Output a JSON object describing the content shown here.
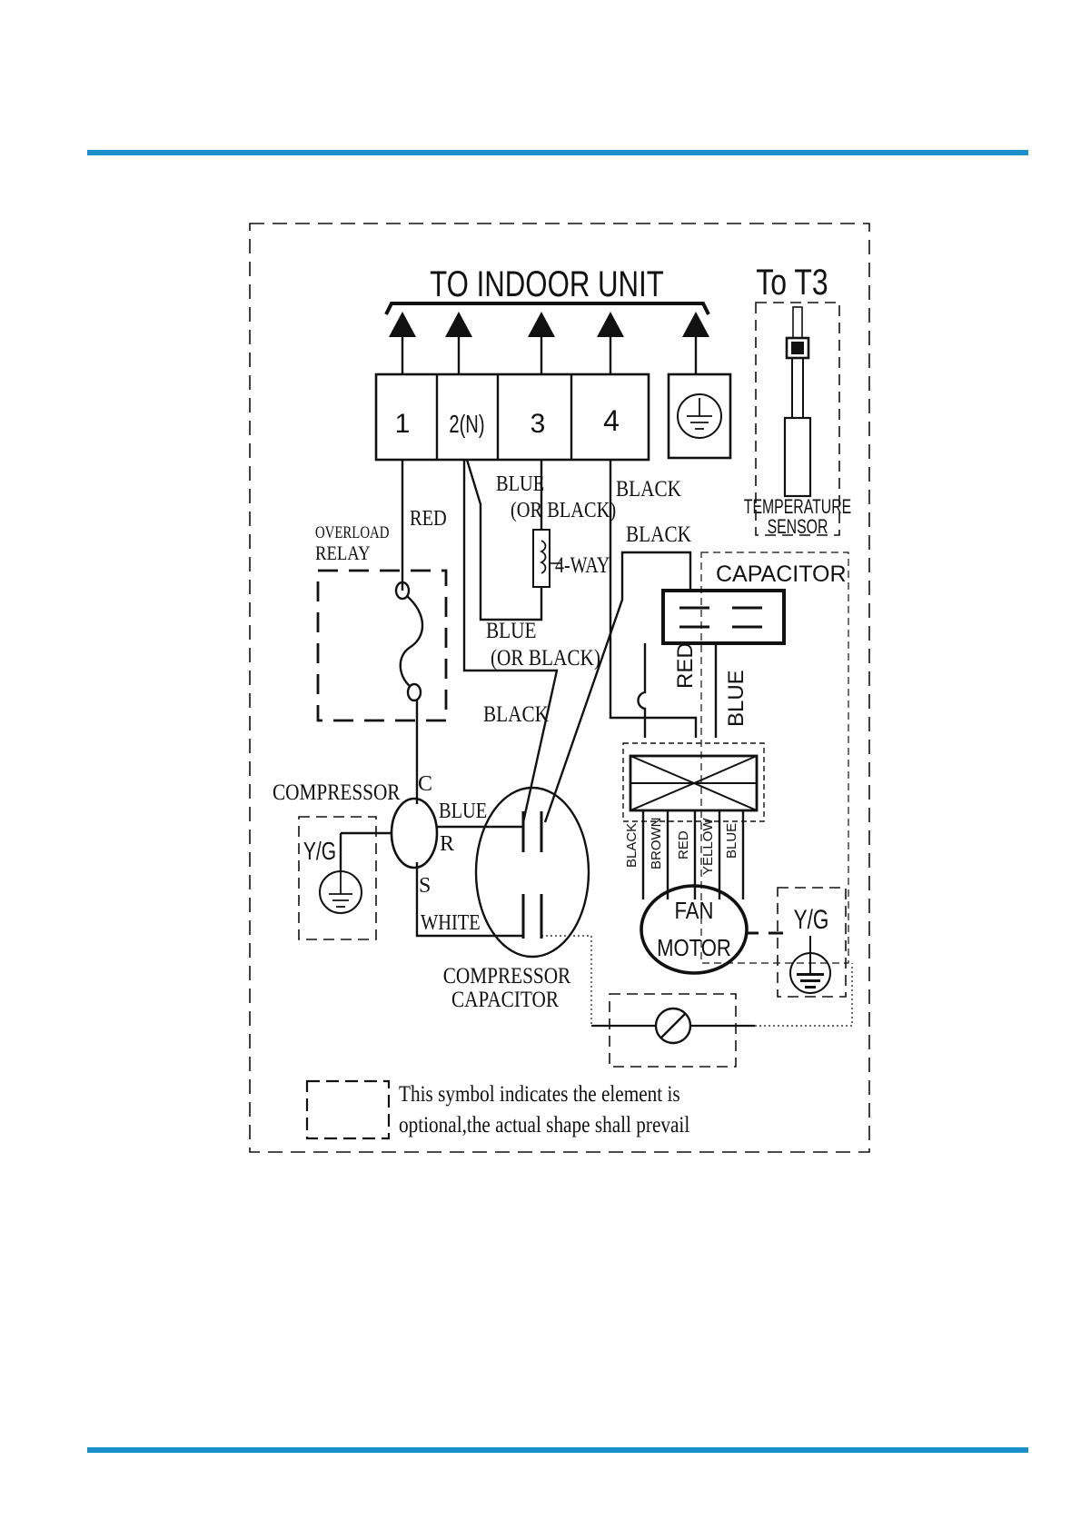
{
  "colors": {
    "rule": "#1a8fc9",
    "ink": "#111111"
  },
  "header": {
    "to_indoor_unit": "TO INDOOR UNIT",
    "to_t3": "To T3"
  },
  "terminals": [
    "1",
    "2(N)",
    "3",
    "4"
  ],
  "sensor": {
    "line1": "TEMPERATURE",
    "line2": "SENSOR"
  },
  "wires": {
    "red": "RED",
    "blue_or_black_1a": "BLUE",
    "blue_or_black_1b": "(OR BLACK)",
    "black_t4": "BLACK",
    "black_cap": "BLACK",
    "four_way": "4-WAY",
    "blue_or_black_2a": "BLUE",
    "blue_or_black_2b": "(OR BLACK)",
    "black_lower": "BLACK",
    "comp_blue": "BLUE",
    "comp_white": "WHITE",
    "fan_cap_red": "RED",
    "fan_cap_blue": "BLUE"
  },
  "overload": {
    "line1": "OVERLOAD",
    "line2": "RELAY"
  },
  "compressor": {
    "label": "COMPRESSOR",
    "c": "C",
    "r": "R",
    "s": "S"
  },
  "yg_left": "Y/G",
  "yg_right": "Y/G",
  "capacitor": "CAPACITOR",
  "fan_wires": [
    "BLACK",
    "BROWN",
    "RED",
    "YELLOW",
    "BLUE"
  ],
  "fan_motor": {
    "line1": "FAN",
    "line2": "MOTOR"
  },
  "compressor_capacitor": {
    "line1": "COMPRESSOR",
    "line2": "CAPACITOR"
  },
  "legend": {
    "line1": "This symbol indicates the element is",
    "line2": "optional,the actual shape shall prevail"
  }
}
